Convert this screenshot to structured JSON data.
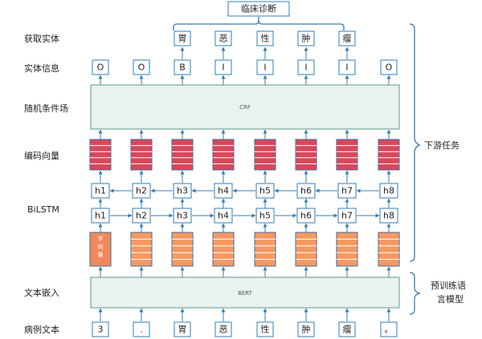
{
  "row_labels": {
    "entity_extract": "获取实体",
    "entity_info": "实体信息",
    "crf_layer": "随机条件场",
    "encoding_vector": "编码向量",
    "bilstm": "BiLSTM",
    "text_embed": "文本嵌入",
    "case_text": "病例文本"
  },
  "clinical_diagnosis": "临床诊断",
  "downstream_task": "下游任务",
  "pretrained_model": [
    "预训练语",
    "言模型"
  ],
  "crf_panel": "CRF",
  "bert_panel": "BERT",
  "word_vector": "字向量",
  "extracted_entities": [
    "胃",
    "恶",
    "性",
    "肿",
    "瘤"
  ],
  "tags": [
    "O",
    "O",
    "B",
    "I",
    "I",
    "I",
    "I",
    "O"
  ],
  "hidden_top": [
    "h1",
    "h2",
    "h3",
    "h4",
    "h5",
    "h6",
    "h7",
    "h8"
  ],
  "hidden_bottom": [
    "h1",
    "h2",
    "h3",
    "h4",
    "h5",
    "h6",
    "h7",
    "h8"
  ],
  "input_tokens": [
    "3",
    ".",
    "胃",
    "恶",
    "性",
    "肿",
    "瘤",
    "。"
  ],
  "colors": {
    "encoding_fill": "#d9475a",
    "embedding_fill": "#f59a62",
    "word_vector_fill": "#f08a5d",
    "panel_fill": "#e8f2ee",
    "box_stroke": "#2f7fb5",
    "arrow": "#3a7cae"
  }
}
